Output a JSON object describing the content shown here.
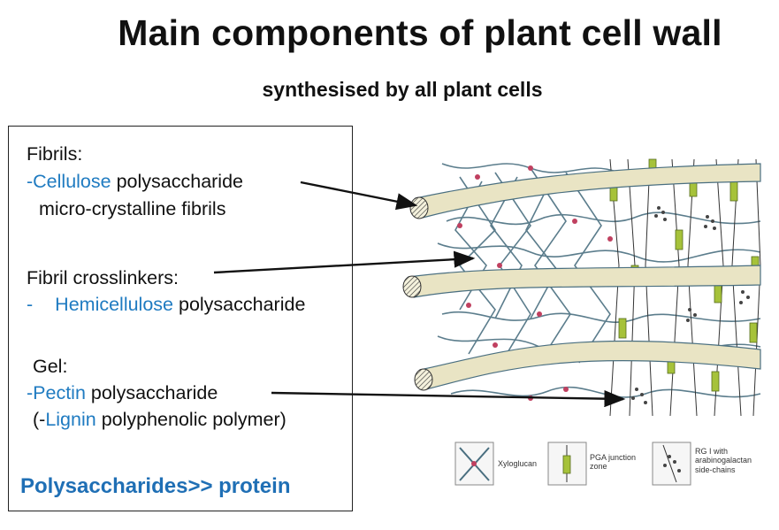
{
  "title": "Main components of plant cell wall",
  "subtitle": "synthesised by all plant cells",
  "box": {
    "fibrils_heading": "Fibrils:",
    "cellulose_prefix": "-Cellulose",
    "cellulose_rest": " polysaccharide",
    "cellulose_line2": "micro-crystalline fibrils",
    "crosslinkers_heading": "Fibril crosslinkers:",
    "hemi_dash": "-",
    "hemi_name": "Hemicellulose",
    "hemi_rest": " polysaccharide",
    "gel_heading": "Gel:",
    "pectin_prefix": "-Pectin",
    "pectin_rest": " polysaccharide",
    "lignin_open": "(-",
    "lignin_name": "Lignin",
    "lignin_rest": " polyphenolic polymer)",
    "footer": "Polysaccharides>> protein"
  },
  "legend": {
    "xyloglucan": "Xyloglucan",
    "pga_line1": "PGA junction",
    "pga_line2": "zone",
    "rg_line1": "RG I with",
    "rg_line2": "arabinogalactan",
    "rg_line3": "side-chains"
  },
  "colors": {
    "accent_blue": "#1f7bc1",
    "fibril": "#e9e4c4",
    "crosslink": "#4a6f80",
    "junction": "#a6c23a",
    "knot": "#c04060"
  }
}
